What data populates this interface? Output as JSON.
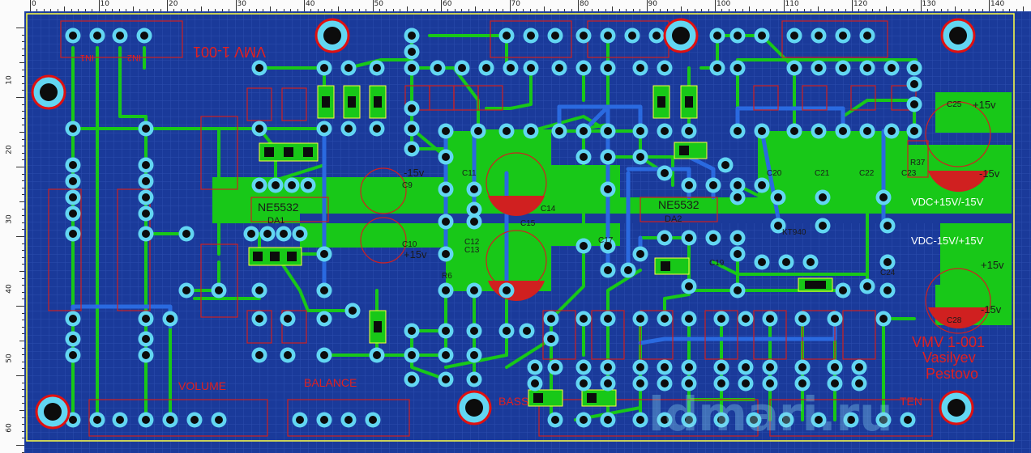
{
  "editor": {
    "unit": "MM",
    "top_ticks": [
      "0",
      "10",
      "20",
      "30",
      "40",
      "50",
      "60",
      "70",
      "80",
      "90",
      "100",
      "110",
      "120",
      "130",
      "140"
    ],
    "left_ticks": [
      "10",
      "20",
      "30",
      "40",
      "50",
      "60"
    ]
  },
  "colors": {
    "board": "#1a3a9a",
    "grid": "#3a5cc0",
    "outline": "#ffff40",
    "copper": "#18c818",
    "wire_blue": "#2a6ae0",
    "pad": "#0c0c0c",
    "pad_ring": "#62d6f2",
    "silk": "#e02020"
  },
  "silk_text": {
    "title_mirror": "VMV 1-001",
    "in1": "IN1",
    "in2": "IN2",
    "volume": "VOLUME",
    "balance": "BALANCE",
    "bass": "BASS",
    "tone": "TEN",
    "chip1": "NE5532",
    "chip1_ref": "DA1",
    "chip2": "NE5532",
    "chip2_ref": "DA2",
    "minus15_a": "-15v",
    "plus15_a": "+15v",
    "plus15_right": "+15v",
    "minus15_right": "-15v",
    "vdc_top": "VDC+15V/-15V",
    "vdc_bottom": "VDC-15V/+15V",
    "plus15_right2": "+15v",
    "minus15_right2": "-15v",
    "tr_label": "KT940",
    "c11": "C11",
    "c12": "C12",
    "c13": "C13",
    "c14": "C14",
    "c15": "C15",
    "c9": "C9",
    "c10": "C10",
    "c20": "C20",
    "c21": "C21",
    "c22": "C22",
    "c23": "C23",
    "c24": "C24",
    "c25": "C25",
    "c28": "C28",
    "c17": "C17",
    "c19": "C19",
    "r6": "R6",
    "r37": "R37",
    "sig_line1": "VMV 1-001",
    "sig_line2": "Vasilyev",
    "sig_line3": "Pestovo"
  },
  "watermark": "ldmari.ru"
}
